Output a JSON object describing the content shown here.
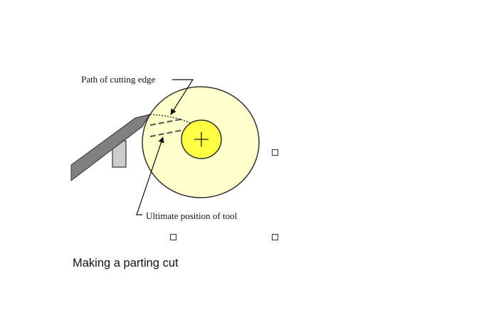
{
  "figure": {
    "labels": {
      "path_of_cutting_edge": "Path of cutting edge",
      "ultimate_position": "Ultimate position of tool"
    },
    "colors": {
      "workpiece": "#ffffcc",
      "hole": "#ffff44",
      "tool": "#808080",
      "support": "#cccccc"
    }
  },
  "caption": "Making a parting cut"
}
